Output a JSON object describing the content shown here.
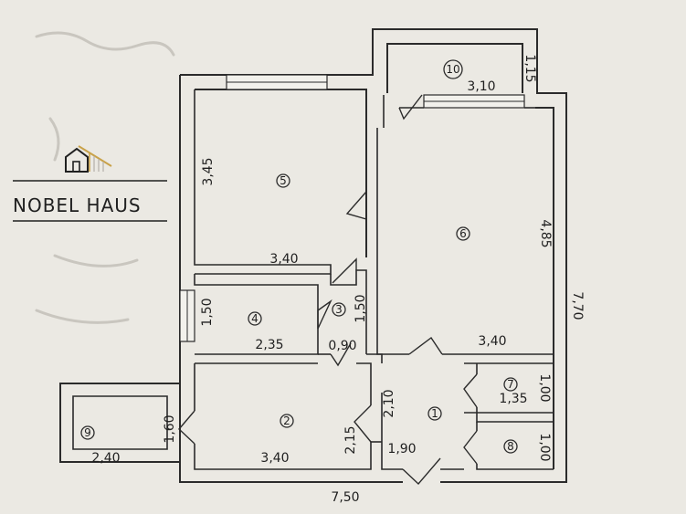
{
  "logo": {
    "text": "NOBEL  HAUS"
  },
  "rooms": [
    {
      "id": "room-1",
      "number": "1"
    },
    {
      "id": "room-2",
      "number": "2"
    },
    {
      "id": "room-3",
      "number": "3"
    },
    {
      "id": "room-4",
      "number": "4"
    },
    {
      "id": "room-5",
      "number": "5"
    },
    {
      "id": "room-6",
      "number": "6"
    },
    {
      "id": "room-7",
      "number": "7"
    },
    {
      "id": "room-8",
      "number": "8"
    },
    {
      "id": "room-9",
      "number": "9"
    },
    {
      "id": "room-10",
      "number": "10"
    }
  ],
  "dimensions": {
    "room5_width": "3,40",
    "room5_height": "3,45",
    "room6_width": "3,40",
    "room6_height": "4,85",
    "room10_width": "3,10",
    "room10_height": "1,15",
    "room4_width": "2,35",
    "room4_height": "1,50",
    "room3_width": "0,90",
    "room3_height": "1,50",
    "room2_width": "3,40",
    "room2_height": "2,15",
    "room9_width": "2,40",
    "room9_height": "1,60",
    "room1_width": "1,90",
    "room1_height": "2,10",
    "room7_width": "1,35",
    "room7_height": "1,00",
    "room8_height": "1,00",
    "total_width": "7,50",
    "total_height": "7,70"
  }
}
